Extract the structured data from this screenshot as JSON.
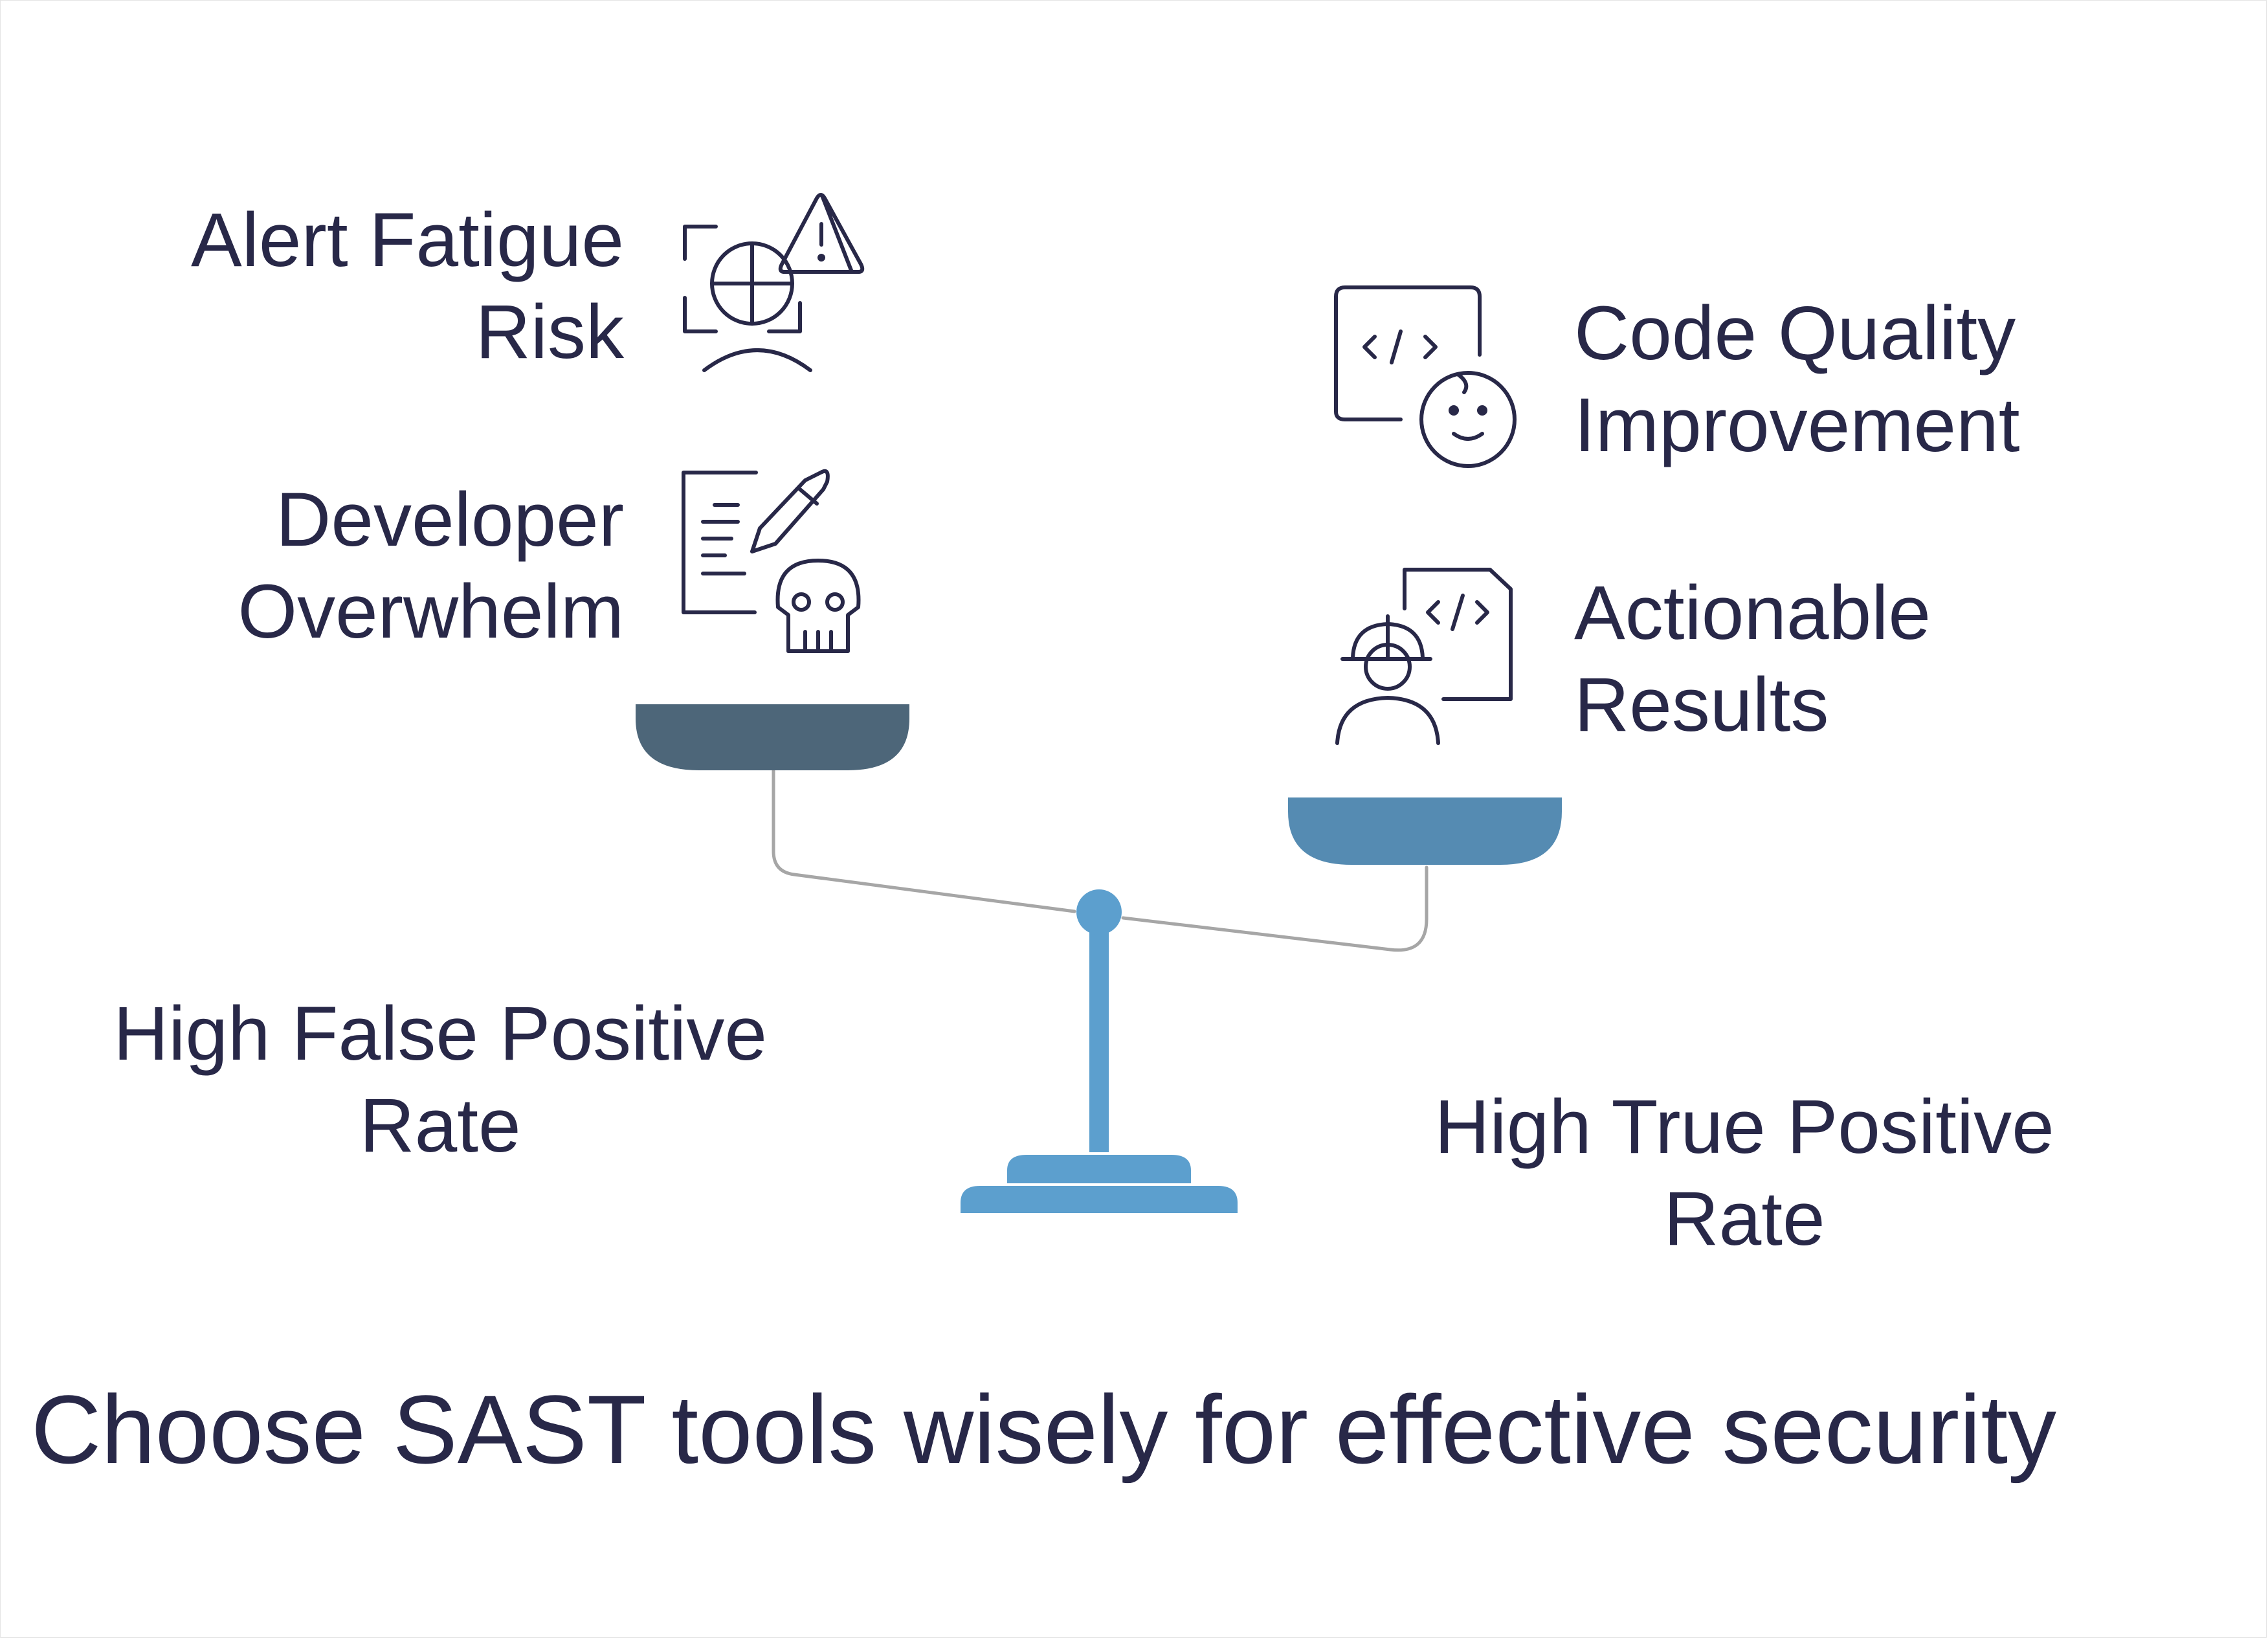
{
  "diagram": {
    "left_items": [
      {
        "lines": [
          "Alert Fatigue",
          "Risk"
        ],
        "icon": "alert-fatigue-icon"
      },
      {
        "lines": [
          "Developer",
          "Overwhelm"
        ],
        "icon": "developer-overwhelm-icon"
      }
    ],
    "right_items": [
      {
        "lines": [
          "Code Quality",
          "Improvement"
        ],
        "icon": "code-quality-icon"
      },
      {
        "lines": [
          "Actionable",
          "Results"
        ],
        "icon": "actionable-results-icon"
      }
    ],
    "left_label": [
      "High False Positive",
      "Rate"
    ],
    "right_label": [
      "High True Positive",
      "Rate"
    ],
    "title": "Choose SAST tools wisely for effective security"
  },
  "colors": {
    "left_pan": "#4d6679",
    "right_pan": "#558bb2",
    "pillar": "#5c9fce",
    "beam": "#a6a6a6",
    "text": "#282848",
    "icon_stroke": "#282848"
  }
}
